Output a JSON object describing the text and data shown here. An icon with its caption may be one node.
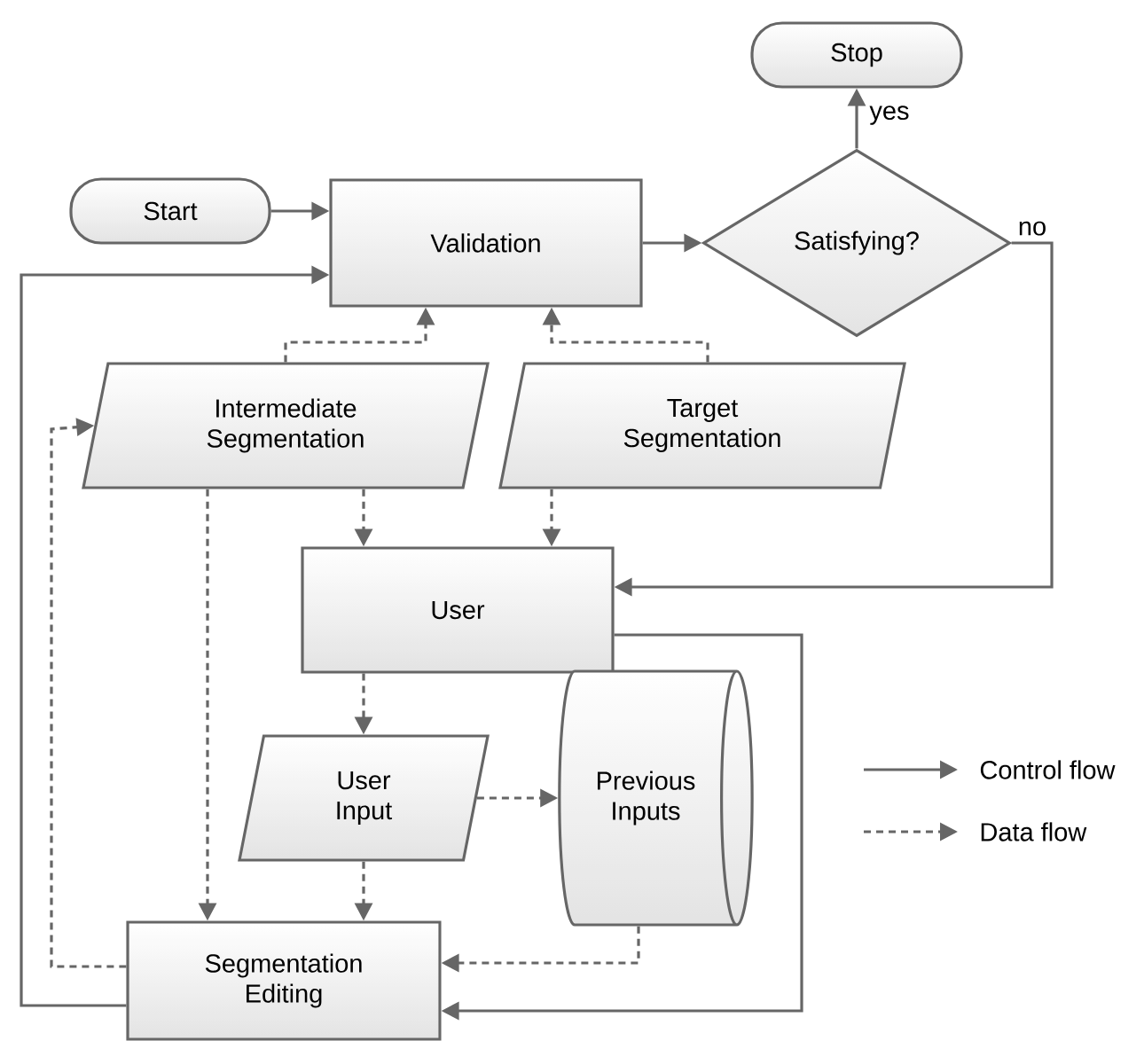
{
  "diagram": {
    "nodes": [
      {
        "text": [
          "Start"
        ]
      },
      {
        "text": [
          "Validation"
        ]
      },
      {
        "text": [
          "Stop"
        ]
      },
      {
        "text": [
          "Satisfying?"
        ]
      },
      {
        "text": [
          "Intermediate Segmentation"
        ]
      },
      {
        "text": [
          "Target Segmentation"
        ]
      },
      {
        "text": [
          "User"
        ]
      },
      {
        "text": [
          "User Input"
        ]
      },
      {
        "text": [
          "Previous Inputs"
        ]
      },
      {
        "text": [
          "Segmentation Editing"
        ]
      }
    ],
    "edges": [
      {
        "from": 0,
        "to": 1,
        "arrow": "to"
      },
      {
        "from": 1,
        "to": 3,
        "arrow": "to"
      },
      {
        "from": 3,
        "to": 2,
        "arrow": "to",
        "label": "yes"
      },
      {
        "from": 3,
        "to": 6,
        "arrow": "to",
        "label": "no"
      },
      {
        "from": 6,
        "to": 9,
        "arrow": "to"
      },
      {
        "from": 9,
        "to": 1,
        "arrow": "to"
      },
      {
        "from": 4,
        "to": 1,
        "arrow": "to",
        "style": "dashed"
      },
      {
        "from": 5,
        "to": 1,
        "arrow": "to",
        "style": "dashed"
      },
      {
        "from": 4,
        "to": 6,
        "arrow": "to",
        "style": "dashed"
      },
      {
        "from": 5,
        "to": 6,
        "arrow": "to",
        "style": "dashed"
      },
      {
        "from": 4,
        "to": 9,
        "arrow": "to",
        "style": "dashed"
      },
      {
        "from": 9,
        "to": 4,
        "arrow": "to",
        "style": "dashed"
      },
      {
        "from": 6,
        "to": 7,
        "arrow": "to",
        "style": "dashed"
      },
      {
        "from": 7,
        "to": 8,
        "arrow": "to",
        "style": "dashed"
      },
      {
        "from": 7,
        "to": 9,
        "arrow": "to",
        "style": "dashed"
      },
      {
        "from": 8,
        "to": 9,
        "arrow": "to",
        "style": "dashed"
      }
    ],
    "legend": [
      {
        "text": "Control flow"
      },
      {
        "text": "Data flow"
      }
    ]
  }
}
